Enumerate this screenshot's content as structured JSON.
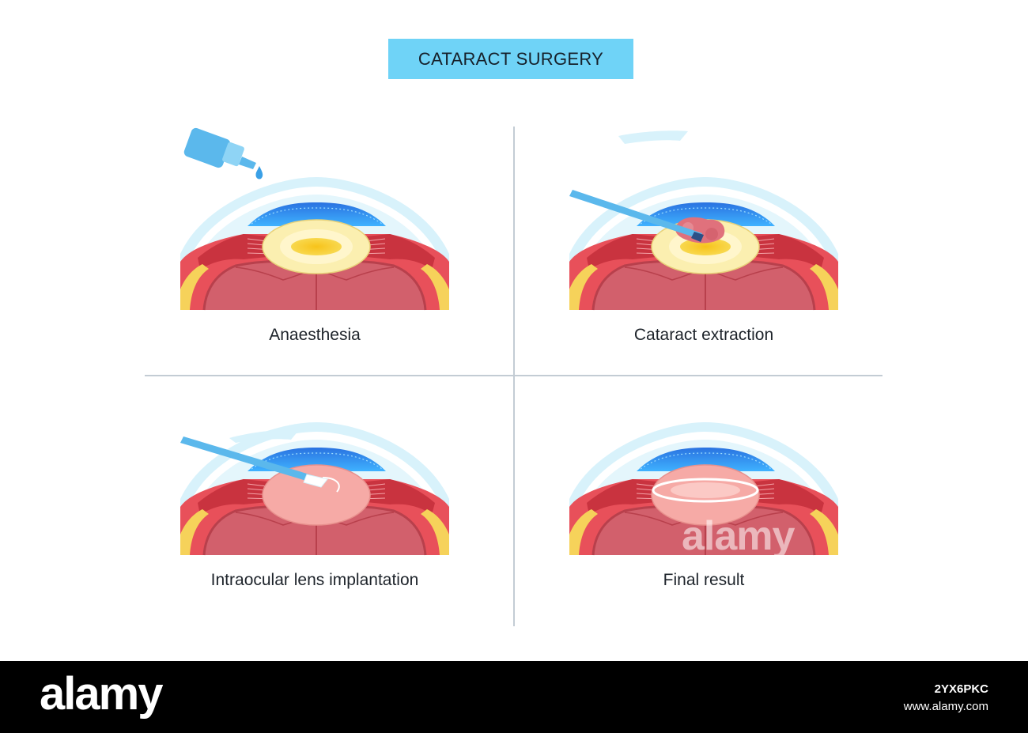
{
  "title": "CATARACT SURGERY",
  "panels": [
    {
      "id": "anaesthesia",
      "label": "Anaesthesia"
    },
    {
      "id": "extraction",
      "label": "Cataract extraction"
    },
    {
      "id": "implantation",
      "label": "Intraocular lens implantation"
    },
    {
      "id": "result",
      "label": "Final result"
    }
  ],
  "watermark": "alamy",
  "footer": {
    "logo": "alamy",
    "image_id": "2YX6PKC",
    "site": "www.alamy.com"
  },
  "colors": {
    "title_bg": "#6fd3f7",
    "cornea": "#cdeef9",
    "iris": "#1f8ff0",
    "sclera": "#e8505a",
    "muscle": "#d65863",
    "vitreous": "#d2606c",
    "lens_outer": "#fbefb0",
    "lens_core": "#f7cf2a",
    "implant_lens": "#f6aaa6",
    "retina_yellow": "#f6d25a"
  }
}
